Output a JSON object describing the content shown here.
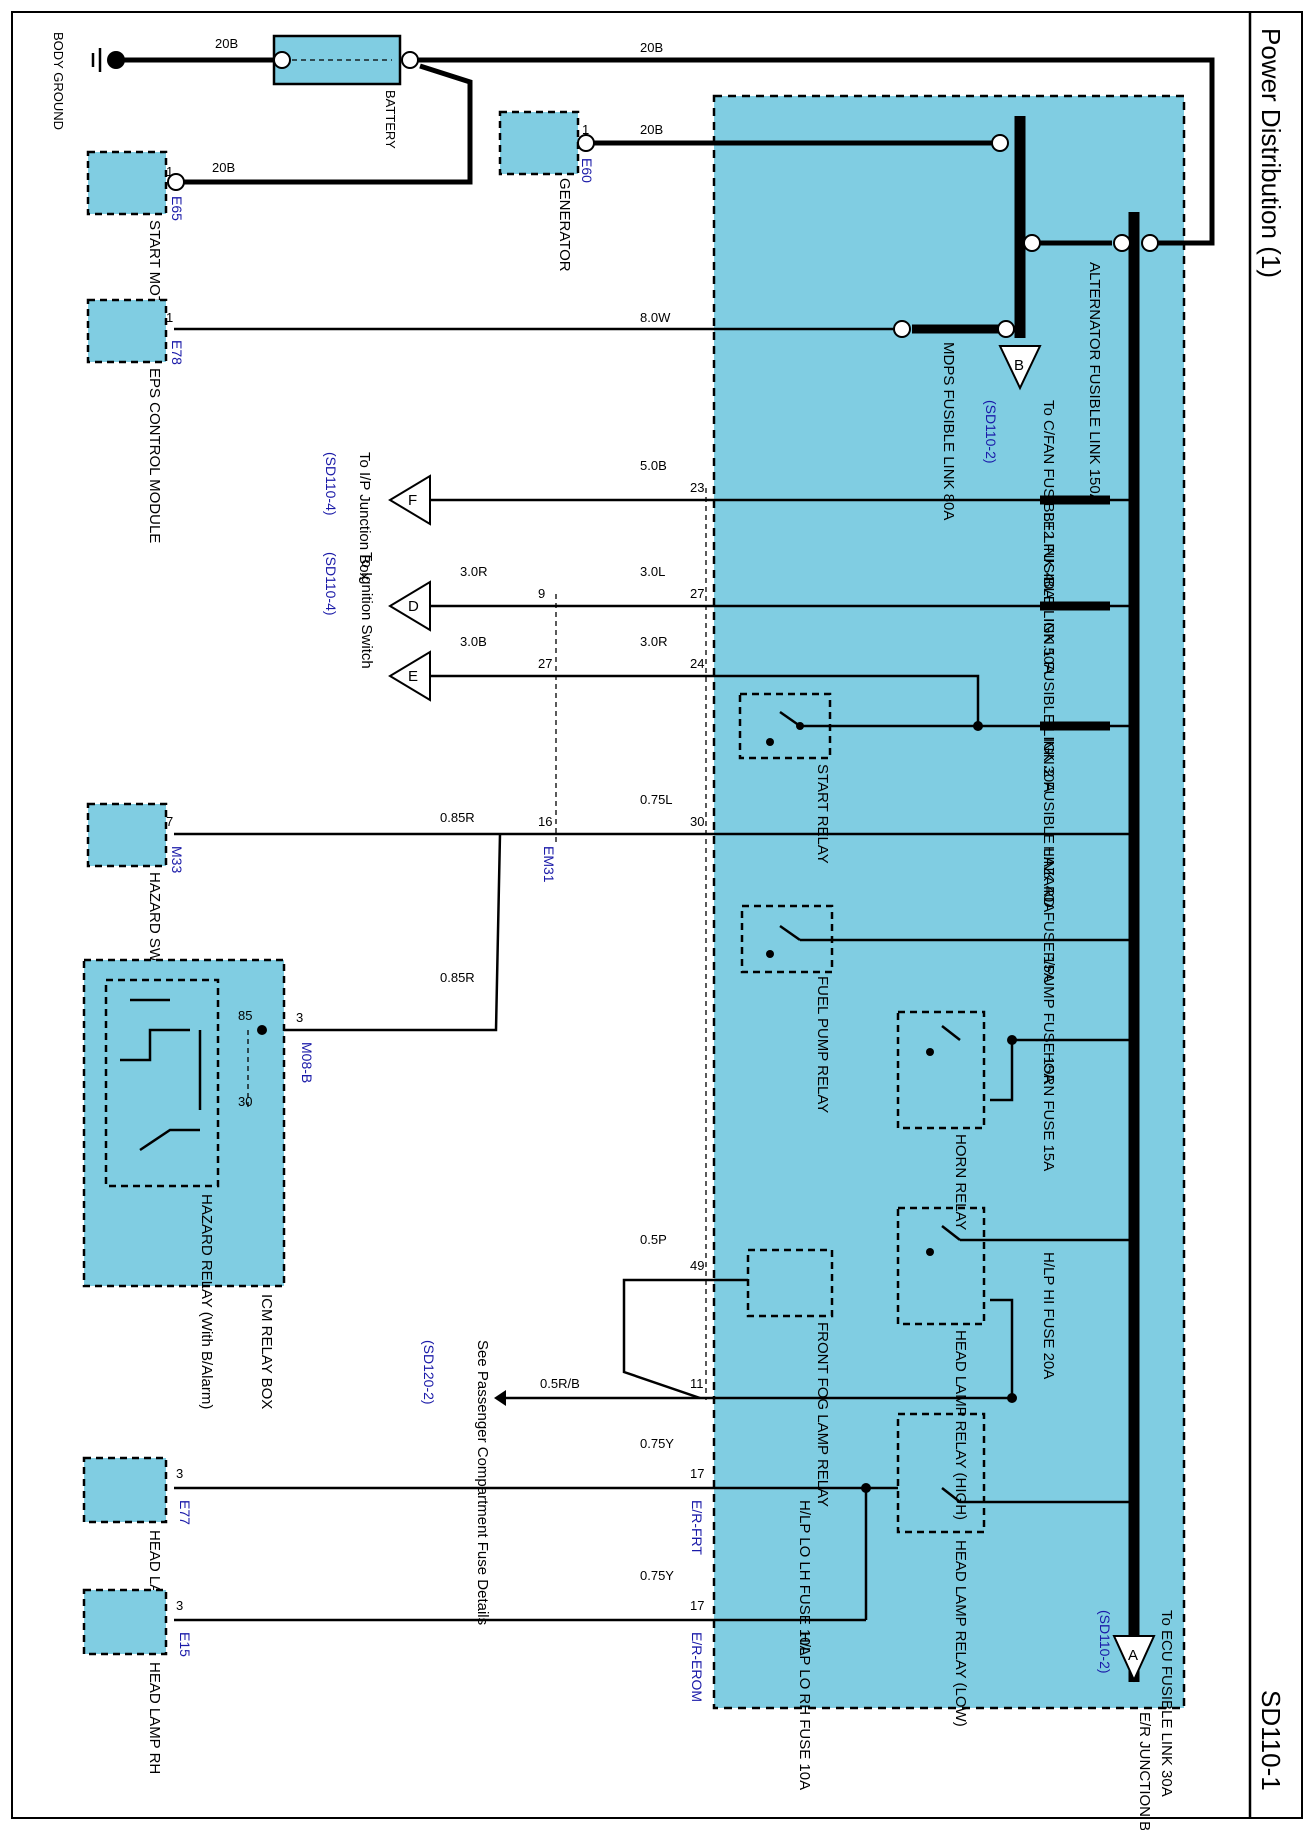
{
  "header": {
    "title": "Power Distribution (1)",
    "code": "SD110-1"
  },
  "components": {
    "body_ground": "BODY GROUND",
    "battery": "BATTERY",
    "start_motor": "START MOTOR",
    "generator": "GENERATOR",
    "eps_module": "EPS CONTROL MODULE",
    "hazard_switch": "HAZARD SWITCH",
    "icm_relay_box": "ICM RELAY BOX",
    "hazard_relay": "HAZARD RELAY (With B/Alarm)",
    "head_lamp_lh": "HEAD LAMP LH",
    "head_lamp_rh": "HEAD LAMP RH",
    "er_junction_box": "E/R JUNCTION BOX"
  },
  "connectors": {
    "e65": "E65",
    "e60": "E60",
    "e78": "E78",
    "m33": "M33",
    "em31": "EM31",
    "m08b": "M08-B",
    "e77": "E77",
    "e15": "E15",
    "er_frt": "E/R-FRT",
    "er_erom": "E/R-EROM"
  },
  "fuses": {
    "alternator": "ALTERNATOR FUSIBLE LINK 150A",
    "mdps": "MDPS FUSIBLE LINK 80A",
    "b2": "B+2 FUSIBLE LINK 50A",
    "ign1": "IGN.1 FUSIBLE LINK 30A",
    "ign2": "IGN.2 FUSIBLE LINK 40A",
    "hazard": "HAZARD FUSE 15A",
    "fpump": "F/PUMP FUSE 15A",
    "horn": "HORN FUSE 15A",
    "hlp_hi": "H/LP HI FUSE 20A",
    "hlp_lo_lh": "H/LP LO LH FUSE 10A",
    "hlp_lo_rh": "H/LP LO RH FUSE 10A"
  },
  "relays": {
    "start": "START RELAY",
    "fuel_pump": "FUEL PUMP RELAY",
    "horn": "HORN RELAY",
    "head_high": "HEAD LAMP RELAY (HIGH)",
    "fog": "FRONT FOG LAMP RELAY",
    "head_low": "HEAD LAMP RELAY (LOW)"
  },
  "destinations": {
    "c_fan": "To C/FAN FUSIBLE LINK 40A",
    "c_fan_ref": "(SD110-2)",
    "ecu": "To ECU FUSIBLE LINK 30A",
    "ecu_ref": "(SD110-2)",
    "ip_jb": "To I/P Junction Box",
    "ip_jb_ref": "(SD110-4)",
    "ign_sw": "To Ignition Switch",
    "ign_sw_ref": "(SD110-4)",
    "passenger": "See Passenger Compartment Fuse Details",
    "passenger_ref": "(SD120-2)",
    "letter_a": "A",
    "letter_b": "B",
    "letter_d": "D",
    "letter_e": "E",
    "letter_f": "F"
  },
  "wires": {
    "w_ground": "20B",
    "w_bat_pos": "20B",
    "w_start": "20B",
    "w_gen": "20B",
    "w_eps": "8.0W",
    "w_f": "5.0B",
    "w_d_in": "3.0L",
    "w_d_out": "3.0R",
    "w_e_in": "3.0R",
    "w_e_out": "3.0B",
    "w_haz_in": "0.75L",
    "w_haz_out": "0.85R",
    "w_icm": "0.85R",
    "w_fog": "0.5P",
    "w_pass": "0.5R/B",
    "w_lh": "0.75Y",
    "w_rh": "0.75Y"
  },
  "pins": {
    "p1_e65": "1",
    "p1_e60": "1",
    "p1_e78": "1",
    "p23": "23",
    "p27a": "27",
    "p9": "9",
    "p24": "24",
    "p27b": "27",
    "p30": "30",
    "p16": "16",
    "p7": "7",
    "p3_m08": "3",
    "p85": "85",
    "p30r": "30",
    "p49": "49",
    "p11": "11",
    "p17a": "17",
    "p17b": "17",
    "p3_e77": "3",
    "p3_e15": "3"
  }
}
